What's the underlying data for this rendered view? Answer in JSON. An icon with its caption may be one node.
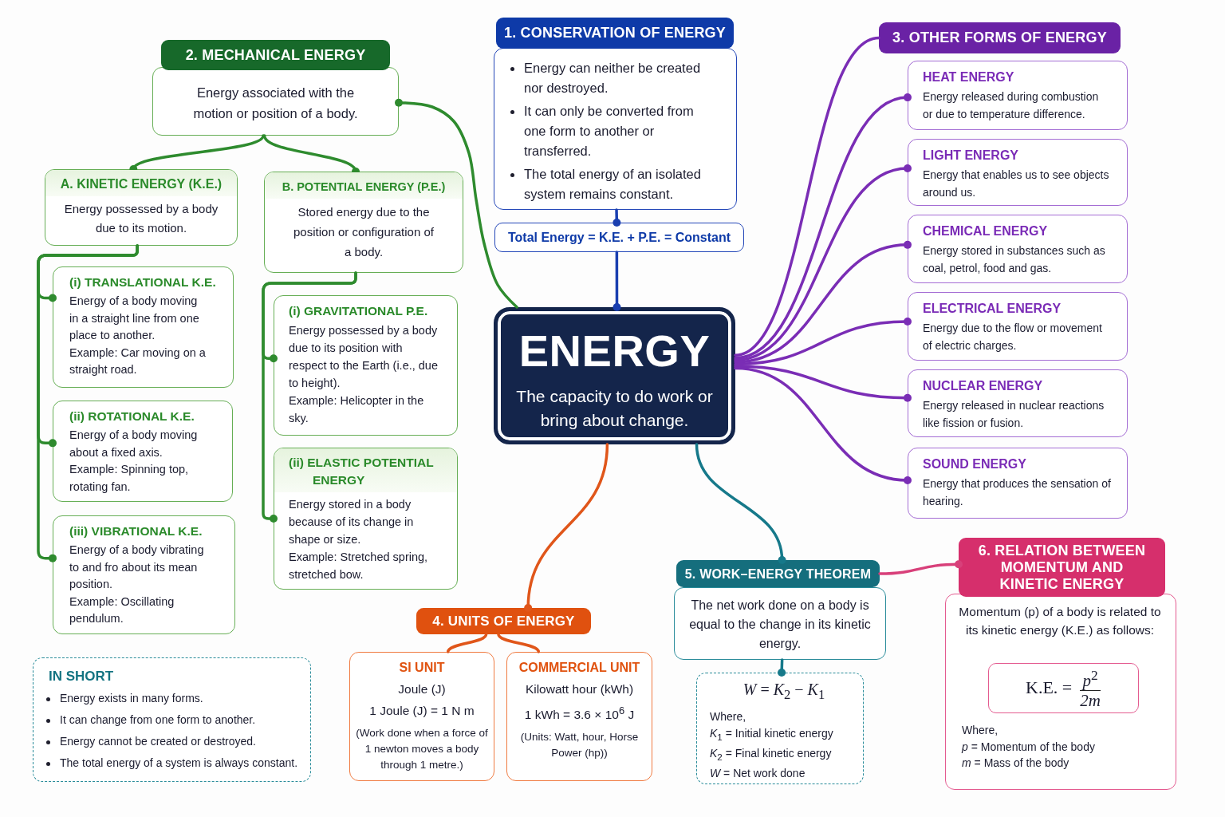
{
  "diagram": {
    "nodes": [
      {
        "text": [
          "ENERGY",
          "The capacity to do work or bring about change."
        ]
      },
      {
        "text": [
          "1. CONSERVATION OF ENERGY"
        ]
      },
      {
        "text": [
          "Energy can neither be created nor destroyed.",
          "It can only be converted from one form to another or transferred.",
          "The total energy of an isolated system remains constant."
        ]
      },
      {
        "text": [
          "Total Energy = K.E. + P.E. = Constant"
        ]
      },
      {
        "text": [
          "2. MECHANICAL ENERGY"
        ]
      },
      {
        "text": [
          "Energy associated with the motion or position of a body."
        ]
      },
      {
        "text": [
          "A. KINETIC ENERGY (K.E.)",
          "Energy possessed by a body due to its motion."
        ]
      },
      {
        "text": [
          "B. POTENTIAL ENERGY (P.E.)",
          "Stored energy due to the position or configuration of a body."
        ]
      },
      {
        "text": [
          "(i) TRANSLATIONAL K.E.",
          "Energy of a body moving in a straight line from one place to another.",
          "Example: Car moving on a straight road."
        ]
      },
      {
        "text": [
          "(ii) ROTATIONAL K.E.",
          "Energy of a body moving about a fixed axis.",
          "Example: Spinning top, rotating fan."
        ]
      },
      {
        "text": [
          "(iii) VIBRATIONAL K.E.",
          "Energy of a body vibrating to and fro about its mean position.",
          "Example: Oscillating pendulum."
        ]
      },
      {
        "text": [
          "(i) GRAVITATIONAL P.E.",
          "Energy possessed by a body due to its position with respect to the Earth (i.e., due to height).",
          "Example: Helicopter in the sky."
        ]
      },
      {
        "text": [
          "(ii) ELASTIC POTENTIAL ENERGY",
          "Energy stored in a body because of its change in shape or size.",
          "Example: Stretched spring, stretched bow."
        ]
      },
      {
        "text": [
          "3. OTHER FORMS OF ENERGY"
        ]
      },
      {
        "text": [
          "HEAT ENERGY",
          "Energy released during combustion or due to temperature difference."
        ]
      },
      {
        "text": [
          "LIGHT ENERGY",
          "Energy that enables us to see objects around us."
        ]
      },
      {
        "text": [
          "CHEMICAL ENERGY",
          "Energy stored in substances such as coal, petrol, food and gas."
        ]
      },
      {
        "text": [
          "ELECTRICAL ENERGY",
          "Energy due to the flow or movement of electric charges."
        ]
      },
      {
        "text": [
          "NUCLEAR ENERGY",
          "Energy released in nuclear reactions like fission or fusion."
        ]
      },
      {
        "text": [
          "SOUND ENERGY",
          "Energy that produces the sensation of hearing."
        ]
      },
      {
        "text": [
          "4. UNITS OF ENERGY"
        ]
      },
      {
        "text": [
          "SI UNIT",
          "Joule (J)",
          "1 Joule (J) = 1 N m",
          "(Work done when a force of 1 newton moves a body through 1 metre.)"
        ]
      },
      {
        "text": [
          "COMMERCIAL UNIT",
          "Kilowatt hour (kWh)",
          "1 kWh = 3.6 × 10$^{6}$ J",
          "(Units: Watt, hour, Horse Power (hp))"
        ]
      },
      {
        "text": [
          "IN SHORT",
          "Energy exists in many forms.",
          "It can change from one form to another.",
          "Energy cannot be created or destroyed.",
          "The total energy of a system is always constant."
        ]
      },
      {
        "text": [
          "5. WORK–ENERGY THEOREM"
        ]
      },
      {
        "text": [
          "The net work done on a body is equal to the change in its kinetic energy."
        ]
      },
      {
        "text": [
          "*W* = *K*$_{2}$ − *K*$_{1}$",
          "Where,",
          "*K*$_{1}$ = Initial kinetic energy",
          "*K*$_{2}$ = Final kinetic energy",
          "*W* = Net work done"
        ]
      },
      {
        "text": [
          "6. RELATION BETWEEN MOMENTUM AND KINETIC ENERGY"
        ]
      },
      {
        "text": [
          "Momentum (p) of a body is related to its kinetic energy (K.E.) as follows:",
          "Where,",
          "*p* = Momentum of the body",
          "*m* = Mass of the body"
        ]
      },
      {
        "text": [
          "K.E. =",
          "*p*$^{2}$",
          "2m"
        ],
        "in": 28
      }
    ],
    "edges": [
      {
        "from": 0,
        "to": 5,
        "arrow": "other",
        "color": "#2e8b2e"
      },
      {
        "from": 5,
        "to": 6,
        "arrow": "other",
        "color": "#2e8b2e"
      },
      {
        "from": 5,
        "to": 7,
        "arrow": "other",
        "color": "#2e8b2e"
      },
      {
        "from": 6,
        "to": 8,
        "arrow": "other",
        "color": "#2e8b2e"
      },
      {
        "from": 6,
        "to": 9,
        "arrow": "other",
        "color": "#2e8b2e"
      },
      {
        "from": 6,
        "to": 10,
        "arrow": "other",
        "color": "#2e8b2e"
      },
      {
        "from": 7,
        "to": 11,
        "arrow": "other",
        "color": "#2e8b2e"
      },
      {
        "from": 7,
        "to": 12,
        "arrow": "other",
        "color": "#2e8b2e"
      },
      {
        "from": 2,
        "to": 3,
        "arrow": "other",
        "color": "#1a3fb0"
      },
      {
        "from": 3,
        "to": 0,
        "arrow": "other",
        "color": "#1a3fb0"
      },
      {
        "from": 0,
        "to": 13,
        "arrow": "none",
        "color": "#7a2db5"
      },
      {
        "from": 0,
        "to": 14,
        "arrow": "other",
        "color": "#7a2db5"
      },
      {
        "from": 0,
        "to": 15,
        "arrow": "other",
        "color": "#7a2db5"
      },
      {
        "from": 0,
        "to": 16,
        "arrow": "other",
        "color": "#7a2db5"
      },
      {
        "from": 0,
        "to": 17,
        "arrow": "other",
        "color": "#7a2db5"
      },
      {
        "from": 0,
        "to": 18,
        "arrow": "other",
        "color": "#7a2db5"
      },
      {
        "from": 0,
        "to": 19,
        "arrow": "other",
        "color": "#7a2db5"
      },
      {
        "from": 0,
        "to": 20,
        "arrow": "other",
        "color": "#e0561a"
      },
      {
        "from": 20,
        "to": 21,
        "arrow": "none",
        "color": "#e0561a"
      },
      {
        "from": 20,
        "to": 22,
        "arrow": "none",
        "color": "#e0561a"
      },
      {
        "from": 0,
        "to": 24,
        "arrow": "other",
        "color": "#16798a"
      },
      {
        "from": 24,
        "to": 27,
        "arrow": "other",
        "color": "#d8407a"
      },
      {
        "from": 25,
        "to": 26,
        "arrow": "other",
        "color": "#16798a"
      }
    ]
  }
}
